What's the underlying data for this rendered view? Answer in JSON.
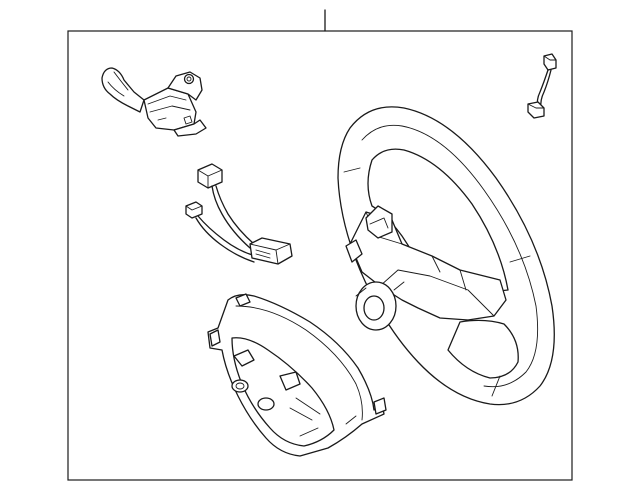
{
  "diagram": {
    "type": "exploded-parts-illustration",
    "parts": [
      {
        "id": "leader-line"
      },
      {
        "id": "frame"
      },
      {
        "id": "cruise-control-switch"
      },
      {
        "id": "wire-harness"
      },
      {
        "id": "jumper-wire"
      },
      {
        "id": "steering-wheel"
      },
      {
        "id": "lower-cover"
      }
    ],
    "colors": {
      "stroke": "#1a1a1a",
      "background": "#ffffff"
    }
  }
}
